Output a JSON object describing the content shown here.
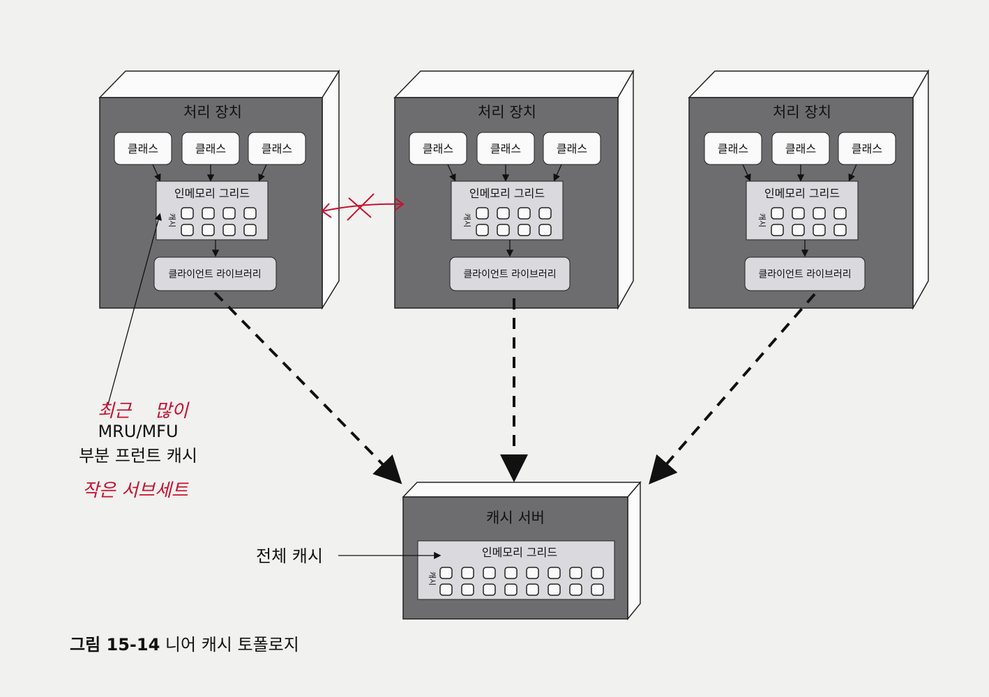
{
  "processing_units": [
    {
      "title": "처리 장치",
      "classes": [
        "클래스",
        "클래스",
        "클래스"
      ],
      "grid_title": "인메모리 그리드",
      "cache_label": "캐시",
      "library": "클라이언트 라이브러리"
    },
    {
      "title": "처리 장치",
      "classes": [
        "클래스",
        "클래스",
        "클래스"
      ],
      "grid_title": "인메모리 그리드",
      "cache_label": "캐시",
      "library": "클라이언트 라이브러리"
    },
    {
      "title": "처리 장치",
      "classes": [
        "클래스",
        "클래스",
        "클래스"
      ],
      "grid_title": "인메모리 그리드",
      "cache_label": "캐시",
      "library": "클라이언트 라이브러리"
    }
  ],
  "cache_server": {
    "title": "캐시 서버",
    "grid_title": "인메모리 그리드",
    "cache_label": "캐시"
  },
  "labels": {
    "full_cache": "전체 캐시",
    "front_cache_line1": "MRU/MFU",
    "front_cache_line2": "부분 프런트 캐시"
  },
  "handwritten": {
    "recent": "최근",
    "many": "많이",
    "small_subset": "작은 서브세트"
  },
  "caption": {
    "number": "그림 15-14",
    "title": "니어 캐시 토폴로지"
  },
  "colors": {
    "box_face": "#6d6d6f",
    "box_side": "#fbfbfb",
    "inner_panel": "#d9d9de",
    "annotation": "#c8102e"
  }
}
